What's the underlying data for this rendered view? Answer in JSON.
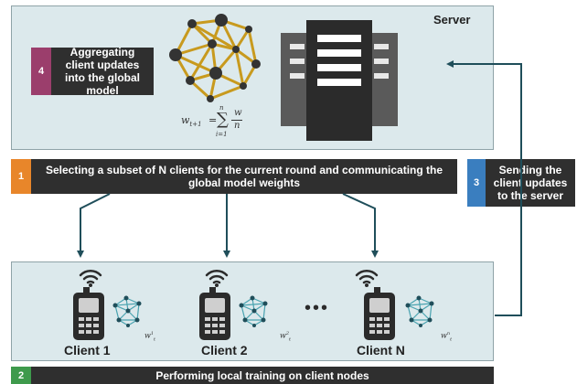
{
  "server": {
    "title": "Server"
  },
  "steps": [
    {
      "number": "4",
      "text": "Aggregating client updates into the global model",
      "color": "#9b3e6c"
    },
    {
      "number": "1",
      "text": "Selecting a subset of N clients for the current round and communicating the global model weights",
      "color": "#e8862a"
    },
    {
      "number": "3",
      "text": "Sending the client updates to the server",
      "color": "#3a7ebf"
    },
    {
      "number": "2",
      "text": "Performing local training on client nodes",
      "color": "#3e9a4c"
    }
  ],
  "formula": {
    "lhs": "w",
    "lhs_sub": "t+1",
    "eq": "=",
    "sum_top": "n",
    "sum_bottom": "i=1",
    "frac_num": "w",
    "frac_den": "n"
  },
  "clients": [
    {
      "label": "Client 1",
      "weight": "w",
      "weight_sup": "1",
      "weight_sub": "t"
    },
    {
      "label": "Client 2",
      "weight": "w",
      "weight_sup": "2",
      "weight_sub": "t"
    },
    {
      "label": "Client N",
      "weight": "w",
      "weight_sup": "n",
      "weight_sub": "t"
    }
  ],
  "ellipsis": "•••",
  "colors": {
    "panel": "#dce9ec",
    "arrow": "#1f4e5a",
    "network": "#c89a1e",
    "node": "#333333",
    "dark": "#2f2f2f"
  },
  "icons": [
    "neural-network-icon",
    "server-icon",
    "smartphone-icon",
    "wifi-icon",
    "local-model-icon"
  ]
}
